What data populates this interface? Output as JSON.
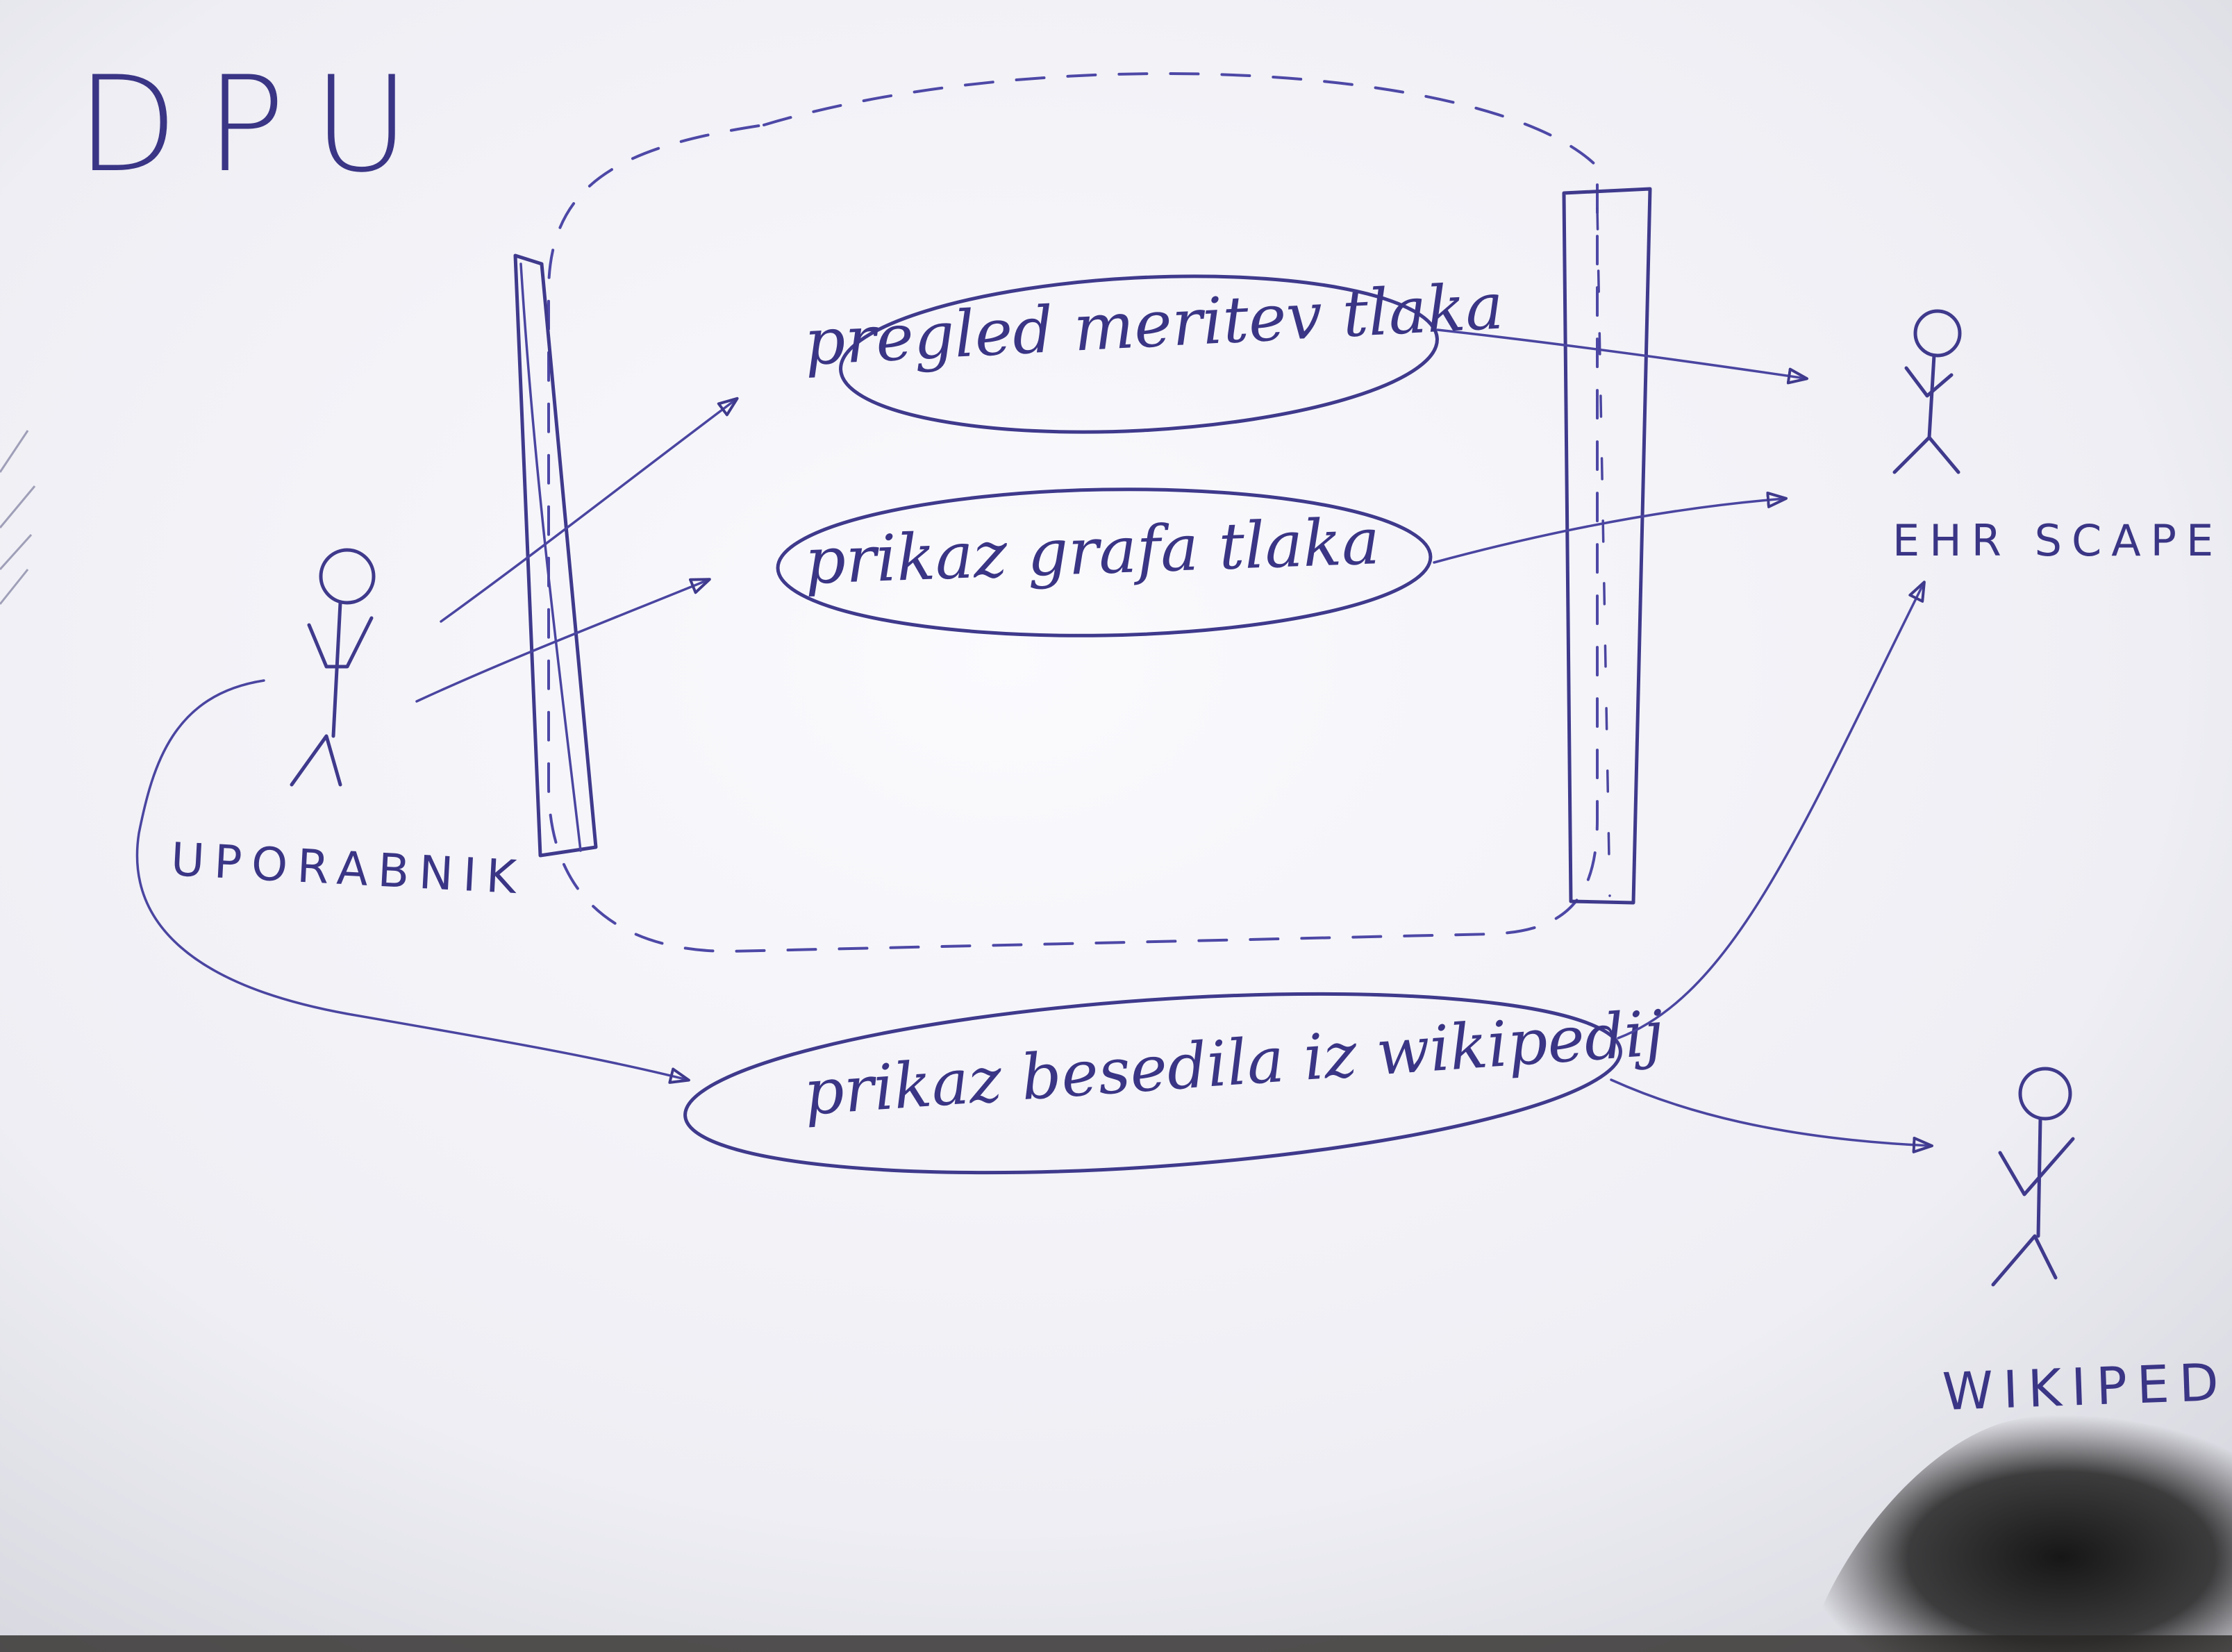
{
  "diagram": {
    "title": "DPU",
    "actors": {
      "user": "UPORABNIK",
      "ehr": "EHR SCAPE",
      "wiki": "WIKIPEDIJA"
    },
    "use_cases": {
      "uc1": "pregled meritev tlaka",
      "uc2": "prikaz grafa tlaka",
      "uc3": "prikaz besedila iz wikipedij"
    }
  },
  "colors": {
    "ink": "#3f3a8c",
    "paper": "#f4f4f8",
    "shadow": "#1a1a1a"
  }
}
